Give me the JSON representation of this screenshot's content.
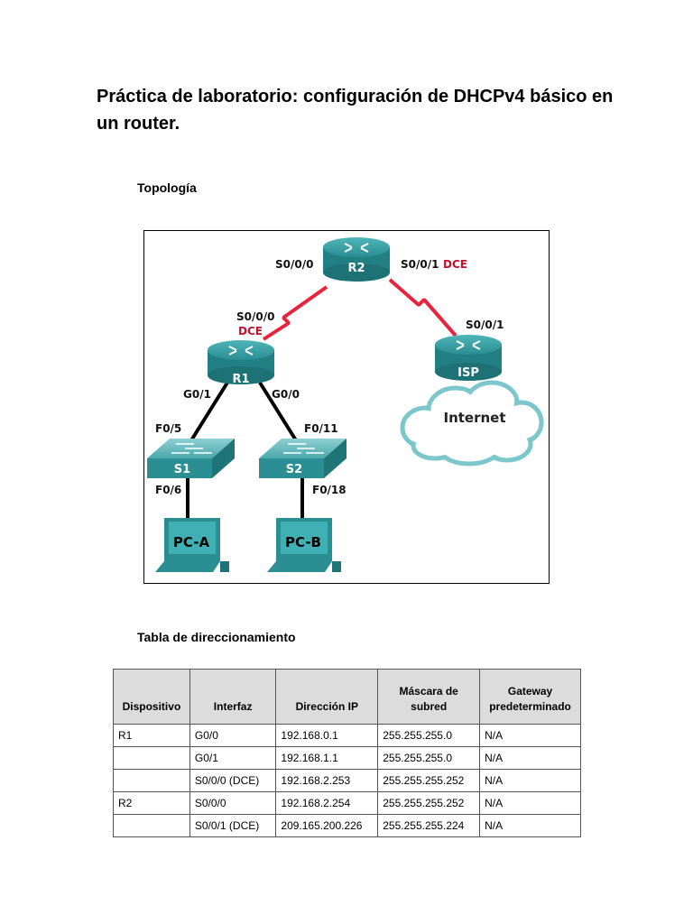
{
  "document": {
    "title": "Práctica de laboratorio: configuración de DHCPv4 básico en un router."
  },
  "topology": {
    "heading": "Topología",
    "devices": {
      "r2": "R2",
      "r1": "R1",
      "isp": "ISP",
      "s1": "S1",
      "s2": "S2",
      "pca": "PC-A",
      "pcb": "PC-B",
      "internet": "Internet"
    },
    "labels": {
      "r2_s000": "S0/0/0",
      "r2_s001": "S0/0/1",
      "r2_dce": "DCE",
      "r1_s000": "S0/0/0",
      "r1_dce": "DCE",
      "isp_s001": "S0/0/1",
      "r1_g01": "G0/1",
      "r1_g00": "G0/0",
      "s1_f05": "F0/5",
      "s1_f06": "F0/6",
      "s2_f011": "F0/11",
      "s2_f018": "F0/18"
    },
    "colors": {
      "serial_link": "#e8243c",
      "ethernet_link": "#000000",
      "device": "#2a8e92",
      "dce_label": "#c8102e"
    }
  },
  "addressing": {
    "heading": "Tabla de direccionamiento",
    "columns": {
      "device": "Dispositivo",
      "interface": "Interfaz",
      "ip": "Dirección IP",
      "mask_line1": "Máscara de",
      "mask_line2": "subred",
      "gateway_line1": "Gateway",
      "gateway_line2": "predeterminado"
    },
    "rows": [
      {
        "device": "R1",
        "interface": "G0/0",
        "ip": "192.168.0.1",
        "mask": "255.255.255.0",
        "gateway": "N/A"
      },
      {
        "device": "",
        "interface": "G0/1",
        "ip": "192.168.1.1",
        "mask": "255.255.255.0",
        "gateway": "N/A"
      },
      {
        "device": "",
        "interface": "S0/0/0 (DCE)",
        "ip": "192.168.2.253",
        "mask": "255.255.255.252",
        "gateway": "N/A"
      },
      {
        "device": "R2",
        "interface": "S0/0/0",
        "ip": "192.168.2.254",
        "mask": "255.255.255.252",
        "gateway": "N/A"
      },
      {
        "device": "",
        "interface": "S0/0/1 (DCE)",
        "ip": "209.165.200.226",
        "mask": "255.255.255.224",
        "gateway": "N/A"
      }
    ]
  }
}
